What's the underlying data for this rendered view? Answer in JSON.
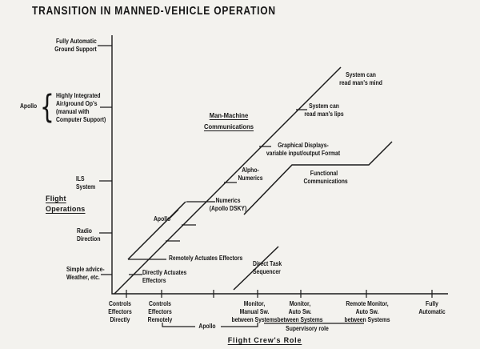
{
  "title": "TRANSITION IN MANNED-VEHICLE OPERATION",
  "y_axis": {
    "title": "Flight\nOperations",
    "tick_labels": {
      "fully_automatic": "Fully Automatic\nGround Support",
      "highly_integrated": "Highly Integrated\nAir/ground Op's\n(manual with\nComputer Support)",
      "ils": "ILS\nSystem",
      "radio": "Radio\nDirection",
      "simple_advice": "Simple advice-\nWeather, etc."
    },
    "apollo_group": {
      "label": "Apollo",
      "brace": "{"
    }
  },
  "x_axis": {
    "title": "Flight Crew's Role",
    "tick_labels": {
      "controls_directly": "Controls\nEffectors\nDirectly",
      "controls_remotely": "Controls\nEffectors\nRemotely",
      "monitor_manual": "Monitor,\nManual Sw.\nbetween Systems",
      "monitor_auto": "Monitor,\nAuto Sw.\nbetween Systems",
      "remote_monitor": "Remote Monitor,\nAuto Sw.\nbetween Systems",
      "fully_automatic": "Fully\nAutomatic"
    },
    "apollo_span_label": "Apollo",
    "supervisory_span_label": "Supervisory role"
  },
  "man_machine_line": {
    "heading": "Man-Machine\nCommunications",
    "points": {
      "directly_actuates": "Directly Actuates\nEffectors",
      "remotely_actuates": "Remotely Actuates Effectors",
      "apollo": "Apollo",
      "numerics": "Numerics\n(Apollo DSKY)",
      "alpha_numerics": "Alpho-\nNumerics",
      "graphical_displays": "Graphical Displays-\nvariable input/output Format",
      "read_lips": "System can\nread man's lips",
      "read_mind": "System can\nread man's mind"
    }
  },
  "secondary_lines": {
    "functional": "Functional\nCommunications",
    "direct_task": "Direct Task\nSequencer"
  }
}
